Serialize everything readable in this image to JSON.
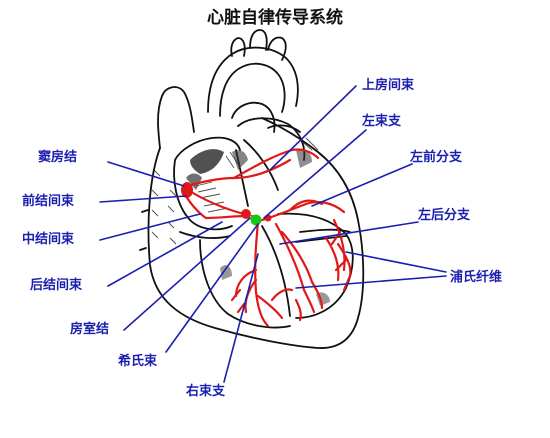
{
  "diagram": {
    "title": "心脏自律传导系统",
    "colors": {
      "label": "#1a1fb0",
      "leader_line": "#1a1fb0",
      "conduction": "#e01818",
      "av_node": "#18c818",
      "outline": "#111111",
      "shade": "#333333"
    },
    "labels": {
      "sa_node": "窦房结",
      "anterior_internodal": "前结间束",
      "middle_internodal": "中结间束",
      "posterior_internodal": "后结间束",
      "av_node": "房室结",
      "his_bundle": "希氏束",
      "right_bundle_branch": "右束支",
      "bachmann_bundle": "上房间束",
      "left_bundle_branch": "左束支",
      "left_anterior_fascicle": "左前分支",
      "left_posterior_fascicle": "左后分支",
      "purkinje_fibers": "浦氏纤维"
    }
  }
}
